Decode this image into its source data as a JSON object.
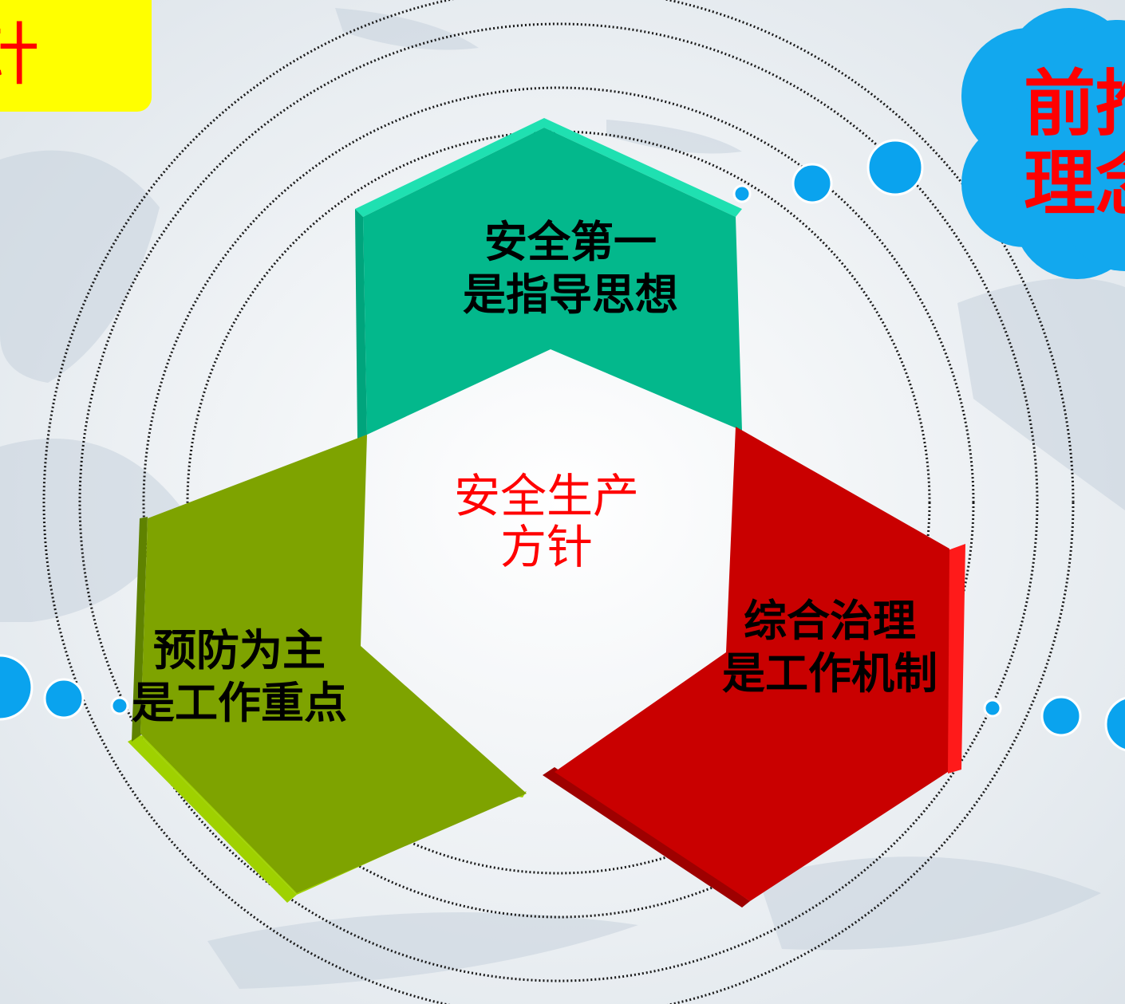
{
  "top_left_tag": {
    "text": "针"
  },
  "cloud_badge": {
    "line1": "前推",
    "line2": "理念"
  },
  "center": {
    "line1": "安全生产",
    "line2": "方针"
  },
  "segments": {
    "top": {
      "line1": "安全第一",
      "line2": "是指导思想"
    },
    "right": {
      "line1": "综合治理",
      "line2": "是工作机制"
    },
    "left": {
      "line1": "预防为主",
      "line2": "是工作重点"
    }
  },
  "colors": {
    "tag_bg": "#ffff00",
    "accent_text": "#ff0000",
    "cloud": "#12a8ee",
    "dots": "#0aa3ee",
    "top_segment": "#03b88c",
    "right_segment": "#c90000",
    "left_segment": "#7ea300"
  }
}
